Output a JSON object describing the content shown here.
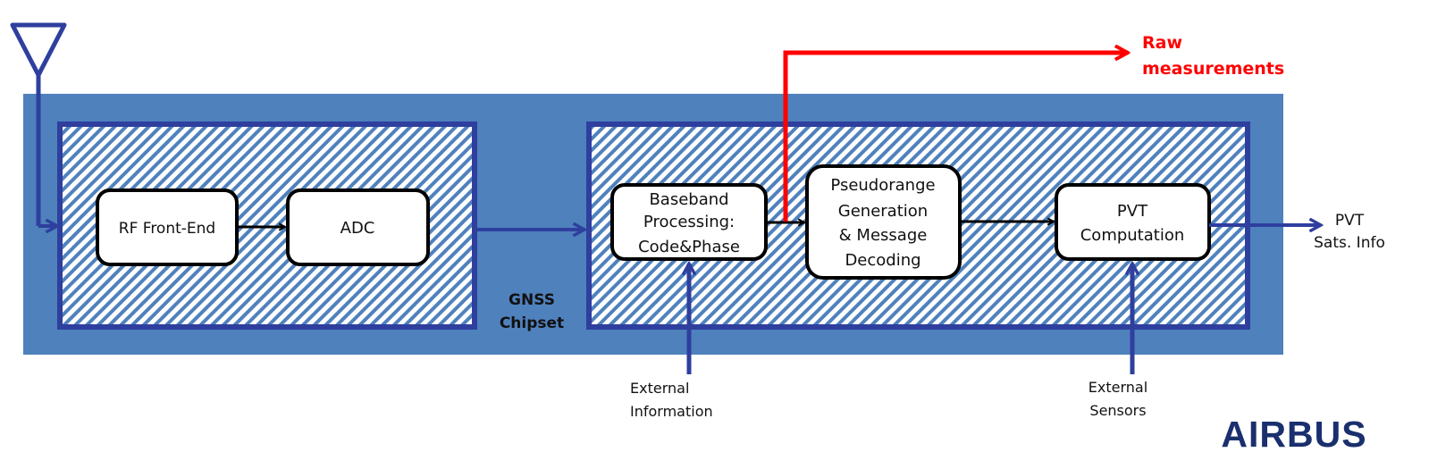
{
  "colors": {
    "chipset_fill": "#4f81bd",
    "frame_blue": "#2e3f9e",
    "hatch_blue": "#4f81bd",
    "raw_red": "#ff0000",
    "box_stroke": "#000000",
    "logo_blue": "#1a2f6e"
  },
  "antenna": {
    "icon": "antenna-icon"
  },
  "chipset": {
    "label_line1": "GNSS",
    "label_line2": "Chipset"
  },
  "blocks": {
    "rf_front_end": {
      "lines": [
        "RF Front-End"
      ]
    },
    "adc": {
      "lines": [
        "ADC"
      ]
    },
    "baseband": {
      "lines": [
        "Baseband",
        "Processing:",
        "Code&Phase"
      ]
    },
    "pseudorange": {
      "lines": [
        "Pseudorange",
        "Generation",
        "& Message",
        "Decoding"
      ]
    },
    "pvt": {
      "lines": [
        "PVT",
        "Computation"
      ]
    }
  },
  "outputs": {
    "raw": {
      "lines": [
        "Raw",
        "measurements"
      ]
    },
    "pvt": {
      "lines": [
        "PVT",
        "Sats. Info"
      ]
    }
  },
  "inputs": {
    "external_information": {
      "lines": [
        "External",
        "Information"
      ]
    },
    "external_sensors": {
      "lines": [
        "External",
        "Sensors"
      ]
    }
  },
  "logo": {
    "text": "AIRBUS"
  }
}
